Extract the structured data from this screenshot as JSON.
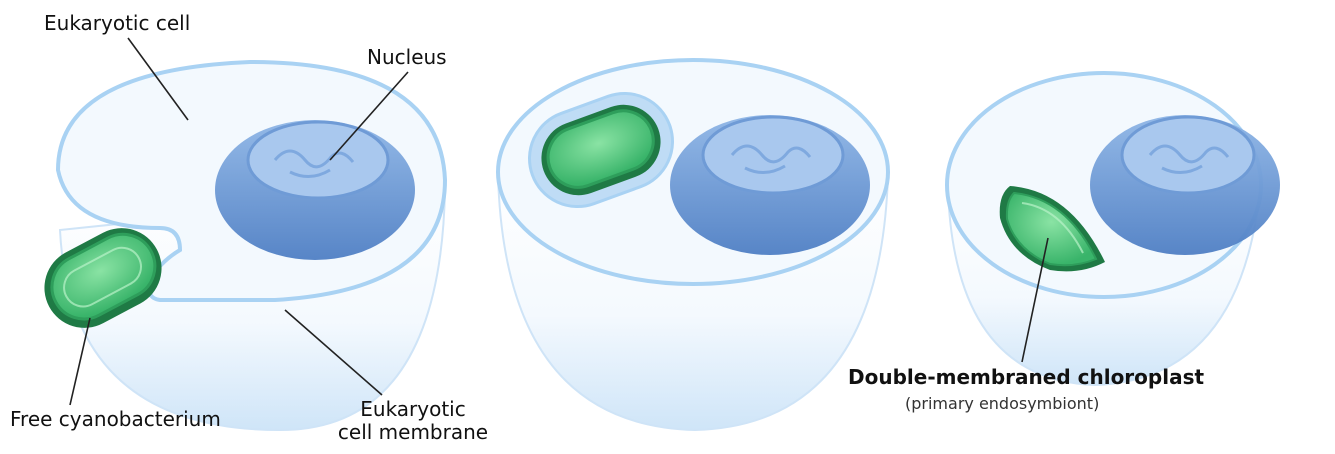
{
  "labels": {
    "eukaryotic_cell": "Eukaryotic cell",
    "nucleus": "Nucleus",
    "free_cyanobacterium": "Free cyanobacterium",
    "cell_membrane_line1": "Eukaryotic",
    "cell_membrane_line2": "cell membrane",
    "chloroplast_title": "Double-membraned chloroplast",
    "chloroplast_subtitle": "(primary endosymbiont)"
  },
  "colors": {
    "cytoplasm": "#eef6fd",
    "membrane": "#a9d2f3",
    "nucleus": "#7fa9df",
    "nucleus_light": "#a9c8ee",
    "bacterium": "#2e9e5b",
    "bacterium_inner": "#6fd68e",
    "leader_line": "#222222"
  }
}
